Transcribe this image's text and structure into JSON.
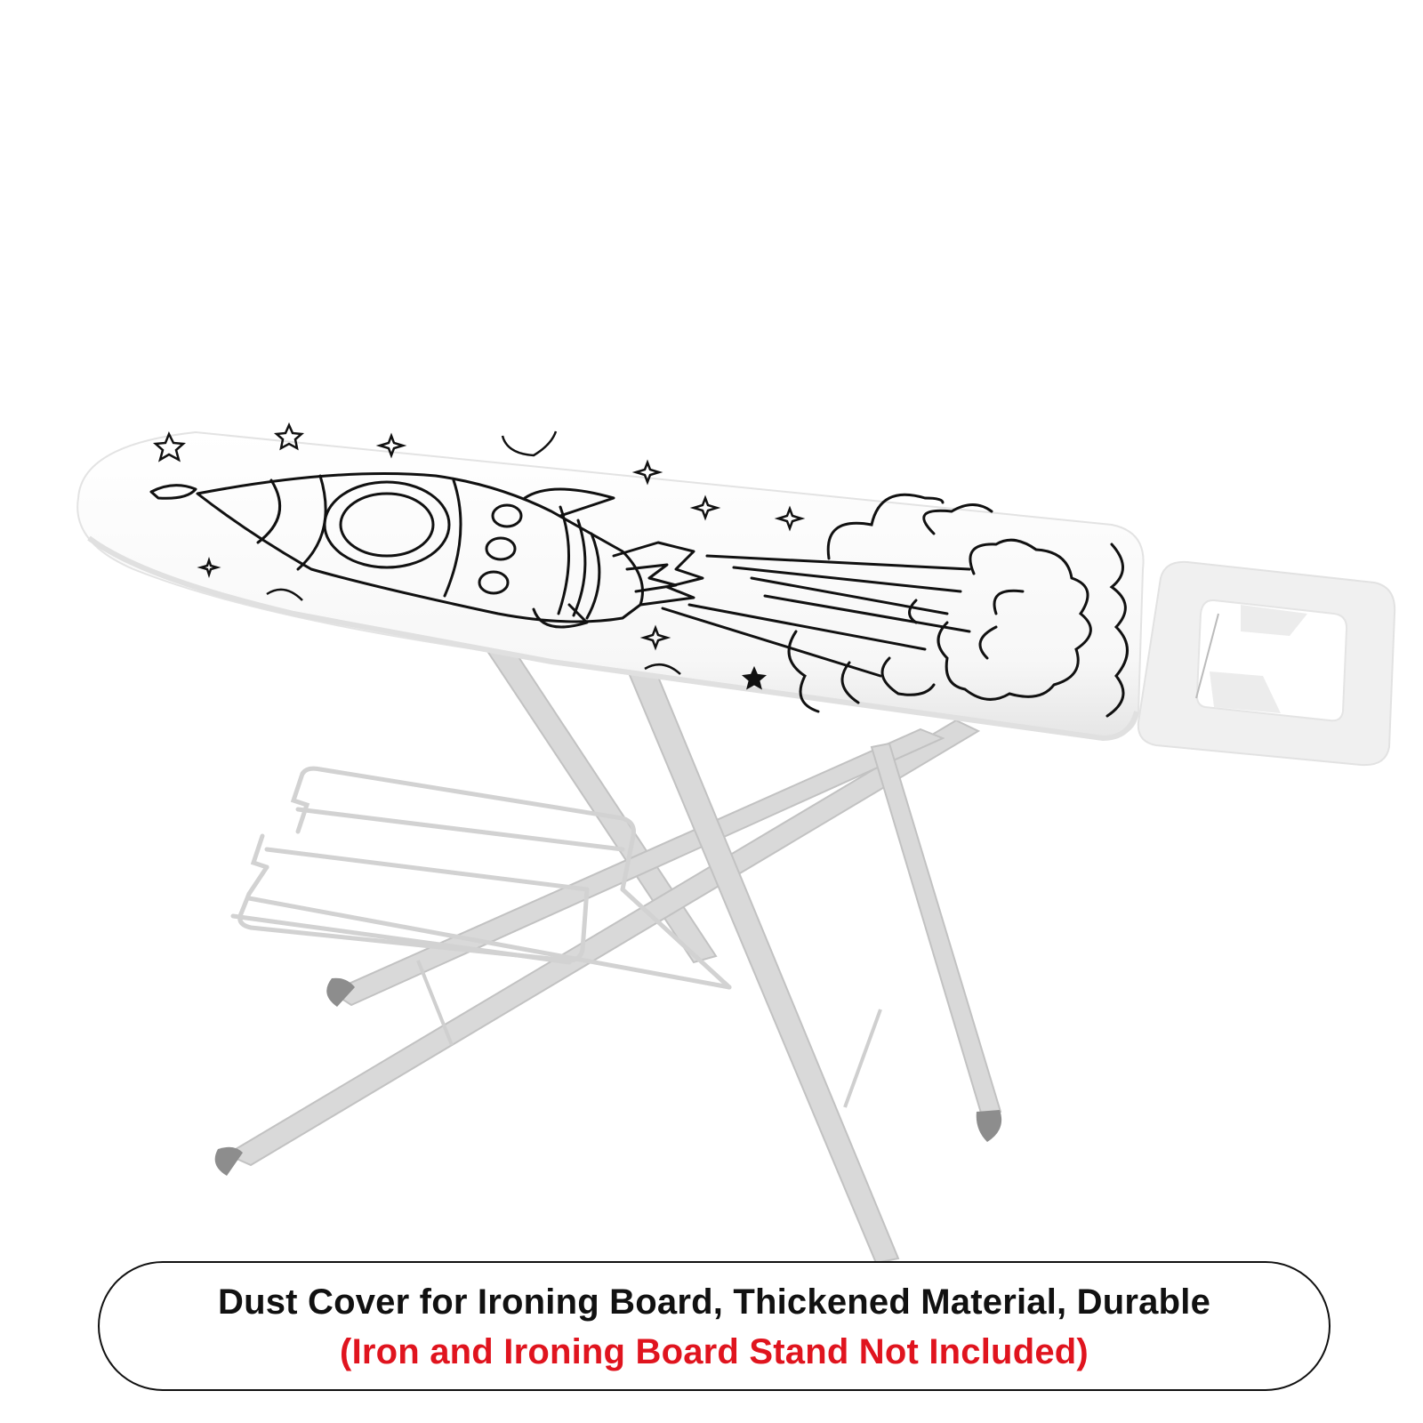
{
  "product": {
    "name": "Ironing board dust cover",
    "pattern": "rocket-and-clouds line art",
    "colors": {
      "cover": "#fbfbfb",
      "line_art": "#111111",
      "frame": "#d6d6d6",
      "frame_shadow": "#bdbdbd",
      "foot_caps": "#8a8a8a",
      "iron_rest": "#efefef"
    }
  },
  "caption": {
    "line1": "Dust Cover for Ironing Board, Thickened Material, Durable",
    "line2": "(Iron and Ironing Board Stand Not Included)",
    "line1_color": "#111111",
    "line2_color": "#e0141e"
  }
}
